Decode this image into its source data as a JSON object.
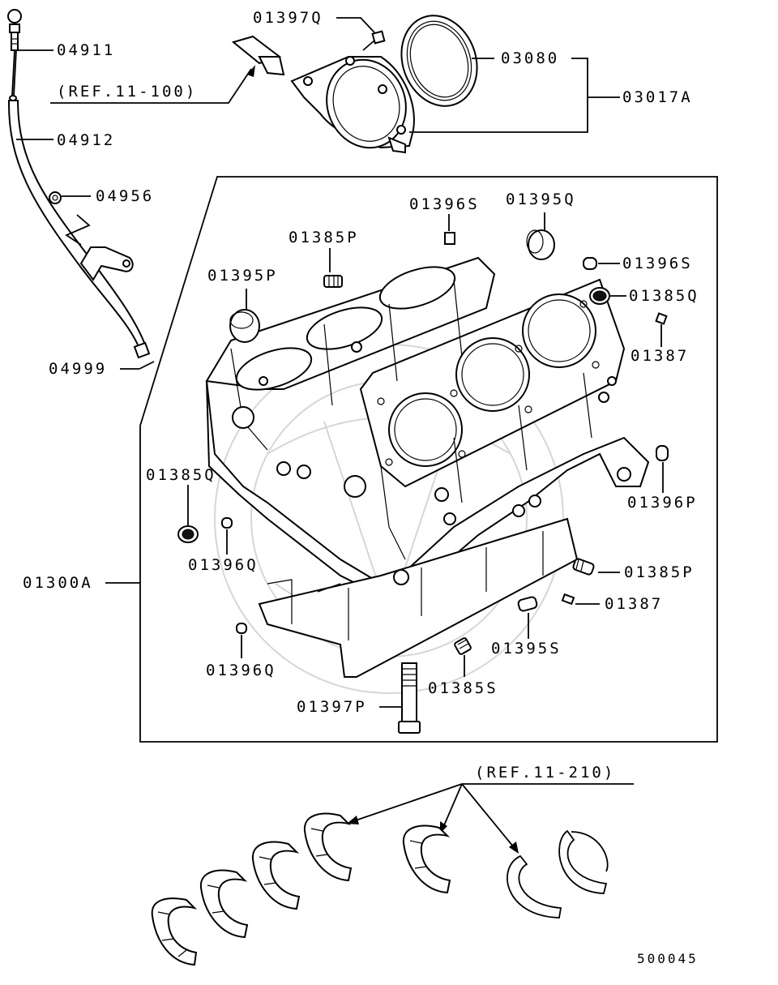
{
  "diagram": {
    "labels": {
      "p04911": "04911",
      "ref11_100": "(REF.11-100)",
      "p04912": "04912",
      "p04956": "04956",
      "p04999": "04999",
      "p01397Q": "01397Q",
      "p03080": "03080",
      "p03017A": "03017A",
      "p01396S_top": "01396S",
      "p01395Q": "01395Q",
      "p01385P_top": "01385P",
      "p01395P": "01395P",
      "p01396S_right": "01396S",
      "p01385Q_right": "01385Q",
      "p01387_top": "01387",
      "p01396P": "01396P",
      "p01385Q_left": "01385Q",
      "p01396Q_mid": "01396Q",
      "p01300A": "01300A",
      "p01385P_right": "01385P",
      "p01387_bottom": "01387",
      "p01395S": "01395S",
      "p01396Q_bottom": "01396Q",
      "p01385S": "01385S",
      "p01397P": "01397P",
      "ref11_210": "(REF.11-210)",
      "diagram_no": "500045"
    }
  }
}
